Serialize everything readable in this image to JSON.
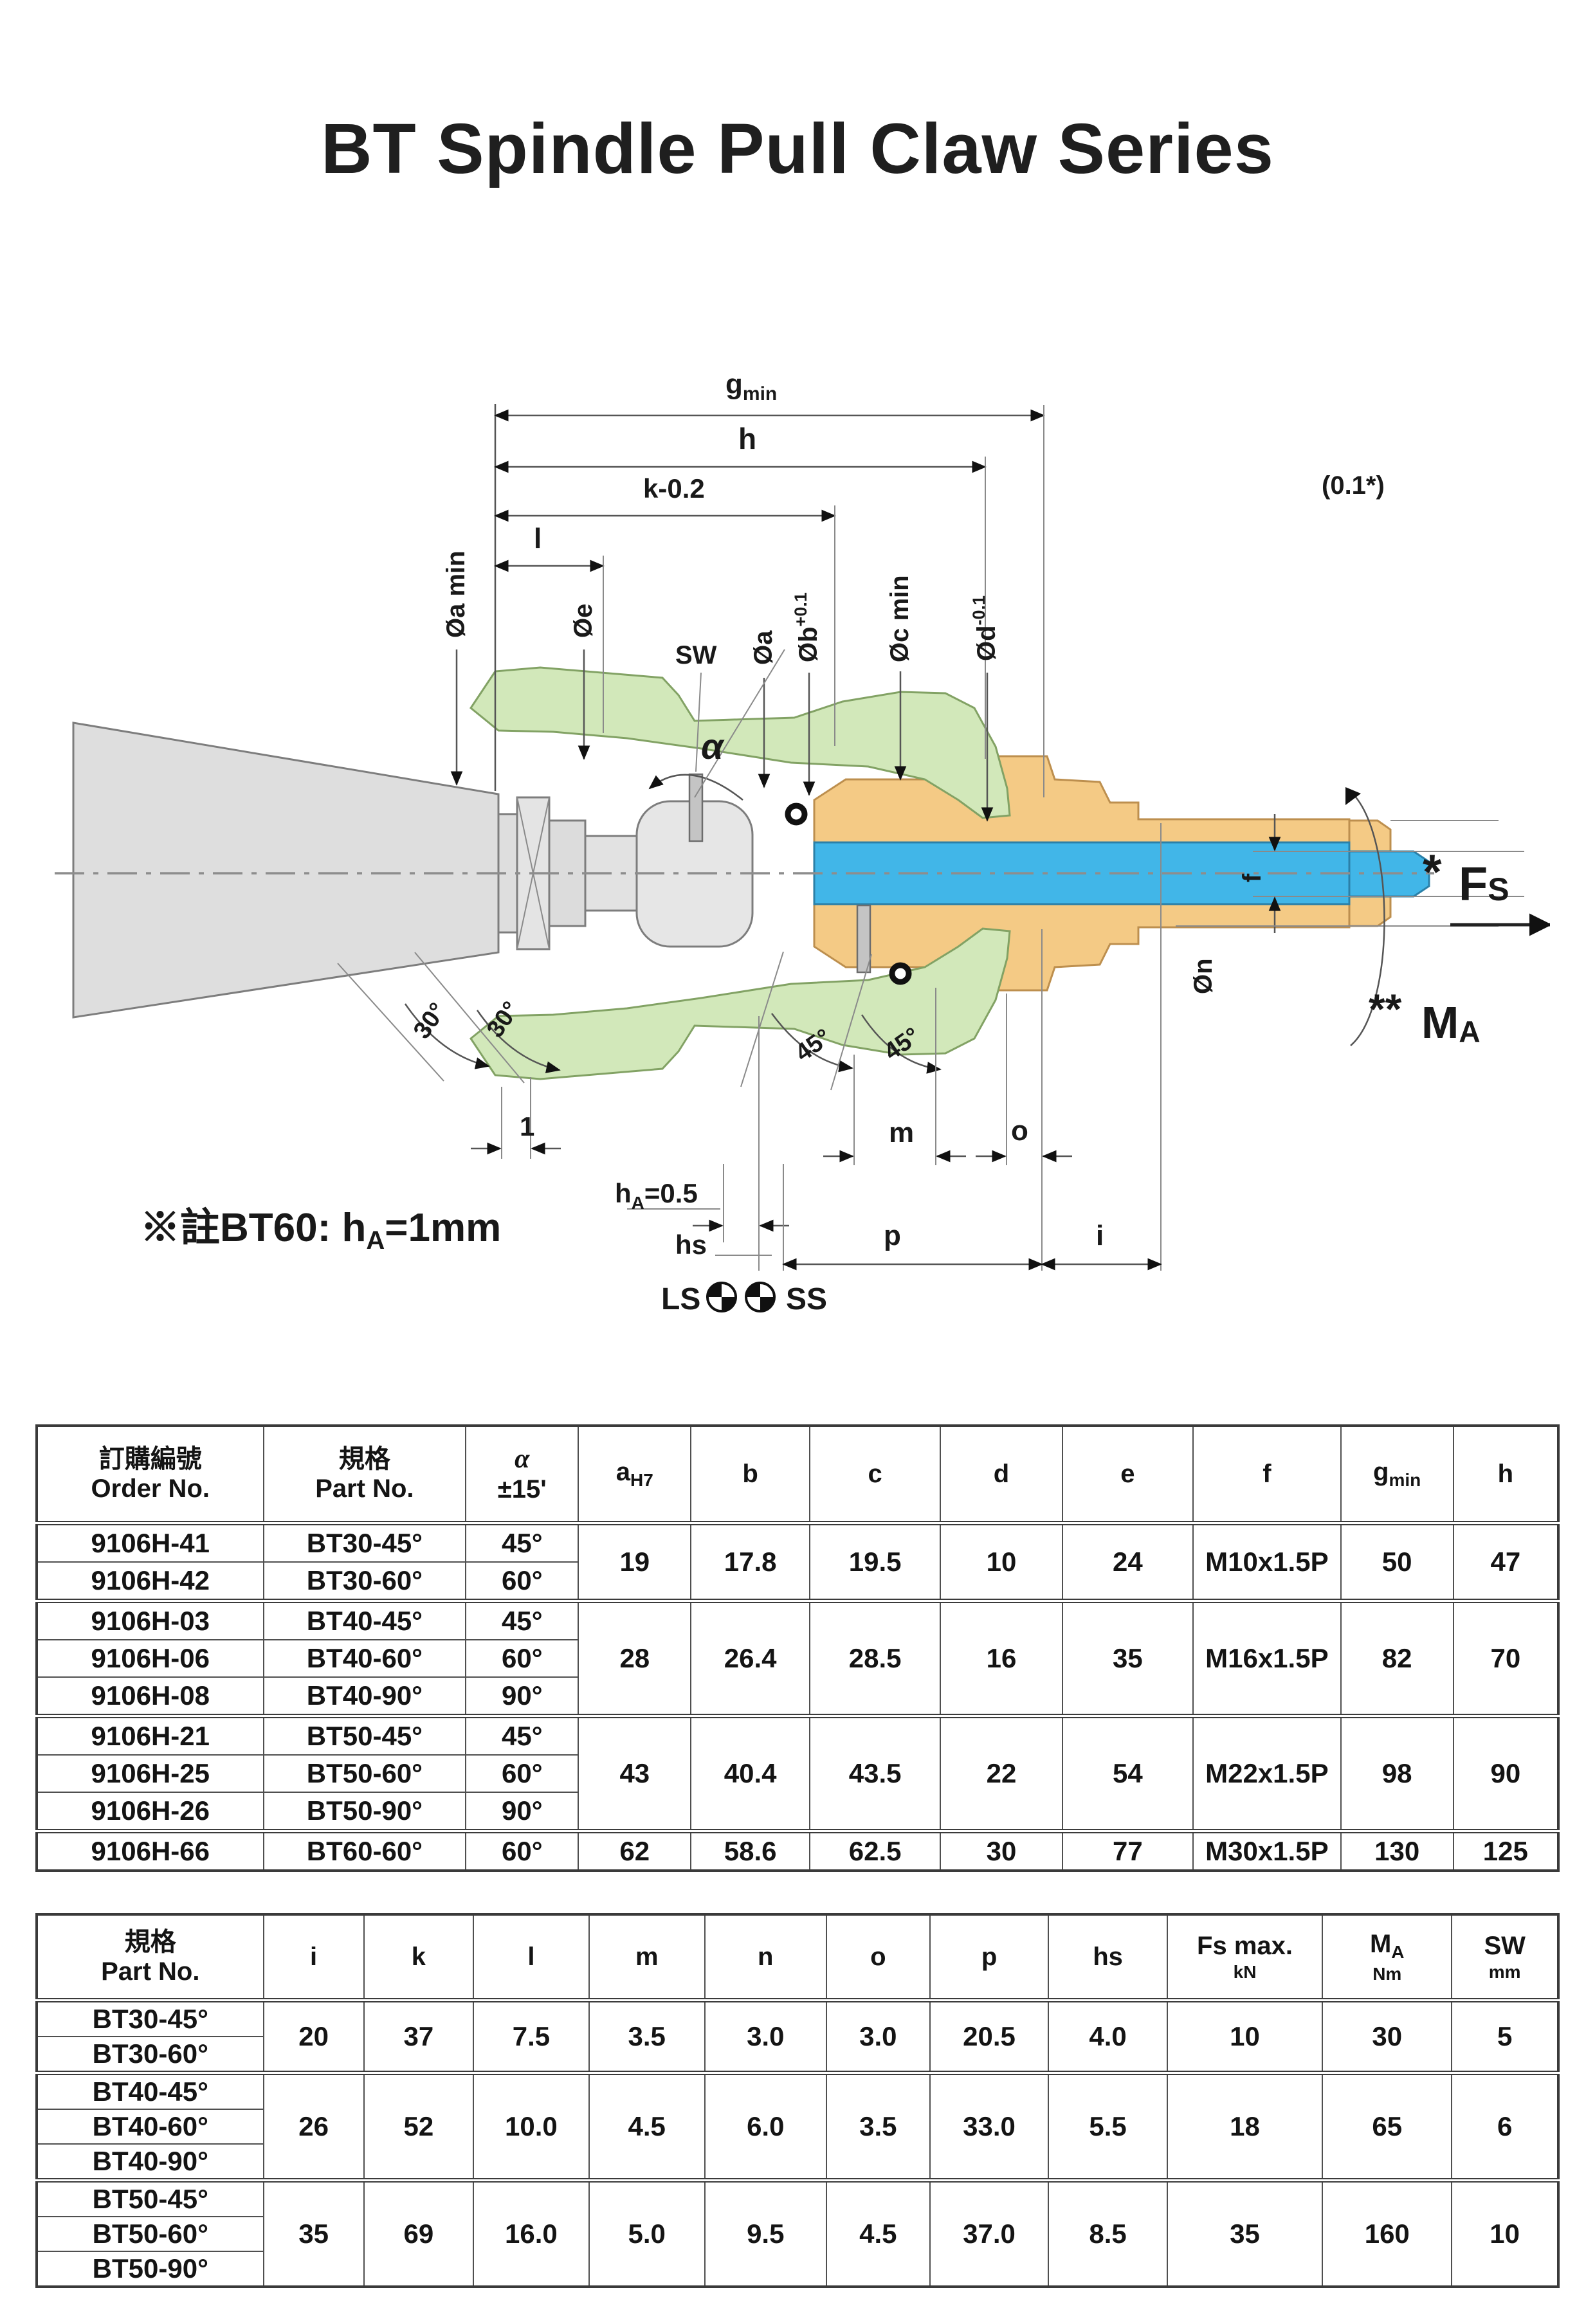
{
  "title": "BT Spindle Pull Claw Series",
  "diagram": {
    "dims": {
      "g": "g",
      "g_sub": "min",
      "h": "h",
      "k": "k-0.2",
      "l": "l",
      "tol": "(0.1*)",
      "oa_min": "Øa min",
      "oe": "Øe",
      "sw": "SW",
      "oa": "Øa",
      "ob": "Øb",
      "ob_sup": "+0.1",
      "oc": "Øc min",
      "od": "Ød",
      "od_sup": "-0.1",
      "alpha": "α",
      "a30_1": "30°",
      "a30_2": "30°",
      "a45_1": "45°",
      "a45_2": "45°",
      "one": "1",
      "m": "m",
      "o": "o",
      "ha_h": "h",
      "ha_sub": "A",
      "ha_val": "=0.5",
      "hs": "hs",
      "p": "p",
      "i": "i",
      "f": "f",
      "on": "Øn",
      "fs_star": "*",
      "fs_f": "F",
      "fs_s": "S",
      "ma_star": "**",
      "ma_m": "M",
      "ma_a": "A",
      "ls": "LS",
      "ss": "SS"
    },
    "note": {
      "p1": "※註BT60: h",
      "sub": "A",
      "p2": "=1mm"
    },
    "colors": {
      "cone": "#dedede",
      "claw": "#d2e8ba",
      "body": "#f4ca85",
      "drawbar": "#41b6e8"
    }
  },
  "table1": {
    "headers": {
      "order_zh": "訂購編號",
      "order_en": "Order No.",
      "part_zh": "規格",
      "part_en": "Part No.",
      "alpha": "α",
      "alpha_tol": "±15'",
      "a": "a",
      "a_sub": "H7",
      "b": "b",
      "c": "c",
      "d": "d",
      "e": "e",
      "f": "f",
      "g": "g",
      "g_sub": "min",
      "h": "h"
    },
    "rows": [
      {
        "order": "9106H-41",
        "part": "BT30-45°",
        "alpha": "45°"
      },
      {
        "order": "9106H-42",
        "part": "BT30-60°",
        "alpha": "60°"
      },
      {
        "order": "9106H-03",
        "part": "BT40-45°",
        "alpha": "45°"
      },
      {
        "order": "9106H-06",
        "part": "BT40-60°",
        "alpha": "60°"
      },
      {
        "order": "9106H-08",
        "part": "BT40-90°",
        "alpha": "90°"
      },
      {
        "order": "9106H-21",
        "part": "BT50-45°",
        "alpha": "45°"
      },
      {
        "order": "9106H-25",
        "part": "BT50-60°",
        "alpha": "60°"
      },
      {
        "order": "9106H-26",
        "part": "BT50-90°",
        "alpha": "90°"
      },
      {
        "order": "9106H-66",
        "part": "BT60-60°",
        "alpha": "60°"
      }
    ],
    "groups": [
      {
        "a": "19",
        "b": "17.8",
        "c": "19.5",
        "d": "10",
        "e": "24",
        "f": "M10x1.5P",
        "g": "50",
        "h": "47"
      },
      {
        "a": "28",
        "b": "26.4",
        "c": "28.5",
        "d": "16",
        "e": "35",
        "f": "M16x1.5P",
        "g": "82",
        "h": "70"
      },
      {
        "a": "43",
        "b": "40.4",
        "c": "43.5",
        "d": "22",
        "e": "54",
        "f": "M22x1.5P",
        "g": "98",
        "h": "90"
      },
      {
        "a": "62",
        "b": "58.6",
        "c": "62.5",
        "d": "30",
        "e": "77",
        "f": "M30x1.5P",
        "g": "130",
        "h": "125"
      }
    ]
  },
  "table2": {
    "headers": {
      "part_zh": "規格",
      "part_en": "Part No.",
      "i": "i",
      "k": "k",
      "l": "l",
      "m": "m",
      "n": "n",
      "o": "o",
      "p": "p",
      "hs": "hs",
      "fs": "Fs max.",
      "fs_unit": "kN",
      "ma": "M",
      "ma_sub": "A",
      "ma_unit": "Nm",
      "sw": "SW",
      "sw_unit": "mm"
    },
    "rows": [
      {
        "part": "BT30-45°"
      },
      {
        "part": "BT30-60°"
      },
      {
        "part": "BT40-45°"
      },
      {
        "part": "BT40-60°"
      },
      {
        "part": "BT40-90°"
      },
      {
        "part": "BT50-45°"
      },
      {
        "part": "BT50-60°"
      },
      {
        "part": "BT50-90°"
      }
    ],
    "groups": [
      {
        "i": "20",
        "k": "37",
        "l": "7.5",
        "m": "3.5",
        "n": "3.0",
        "o": "3.0",
        "p": "20.5",
        "hs": "4.0",
        "fs": "10",
        "ma": "30",
        "sw": "5"
      },
      {
        "i": "26",
        "k": "52",
        "l": "10.0",
        "m": "4.5",
        "n": "6.0",
        "o": "3.5",
        "p": "33.0",
        "hs": "5.5",
        "fs": "18",
        "ma": "65",
        "sw": "6"
      },
      {
        "i": "35",
        "k": "69",
        "l": "16.0",
        "m": "5.0",
        "n": "9.5",
        "o": "4.5",
        "p": "37.0",
        "hs": "8.5",
        "fs": "35",
        "ma": "160",
        "sw": "10"
      }
    ]
  }
}
